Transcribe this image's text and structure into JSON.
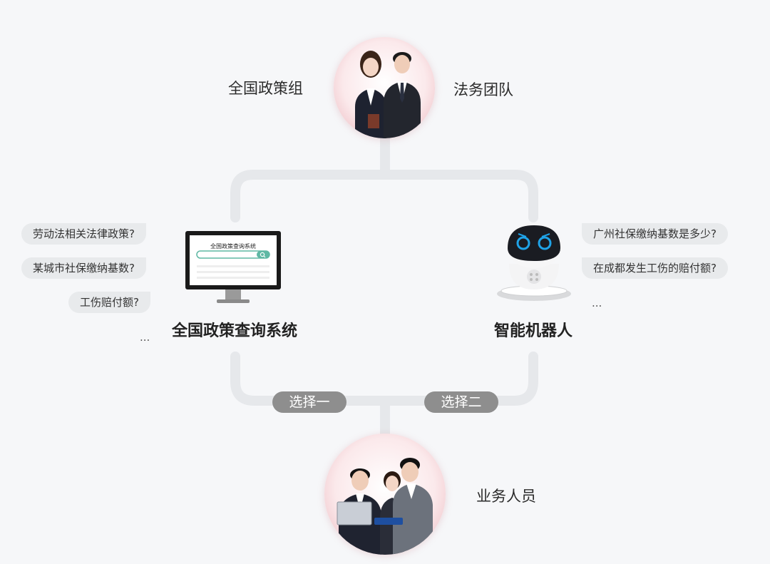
{
  "top": {
    "left_label": "全国政策组",
    "right_label": "法务团队"
  },
  "system": {
    "title": "全国政策查询系统",
    "screen_title": "全国政策查询系统",
    "questions": [
      "劳动法相关法律政策?",
      "某城市社保缴纳基数?",
      "工伤赔付额?"
    ],
    "ellipsis": "..."
  },
  "robot": {
    "title": "智能机器人",
    "questions": [
      "广州社保缴纳基数是多少?",
      "在成都发生工伤的赔付额?"
    ],
    "ellipsis": "..."
  },
  "choices": {
    "one": "选择一",
    "two": "选择二"
  },
  "bottom": {
    "label": "业务人员"
  },
  "colors": {
    "connector": "#e6e8eb",
    "choice_bg": "#8e8e8e",
    "bubble_bg": "#e8eaec",
    "search_green": "#5fb8a4",
    "robot_blue": "#1fa3e8"
  }
}
